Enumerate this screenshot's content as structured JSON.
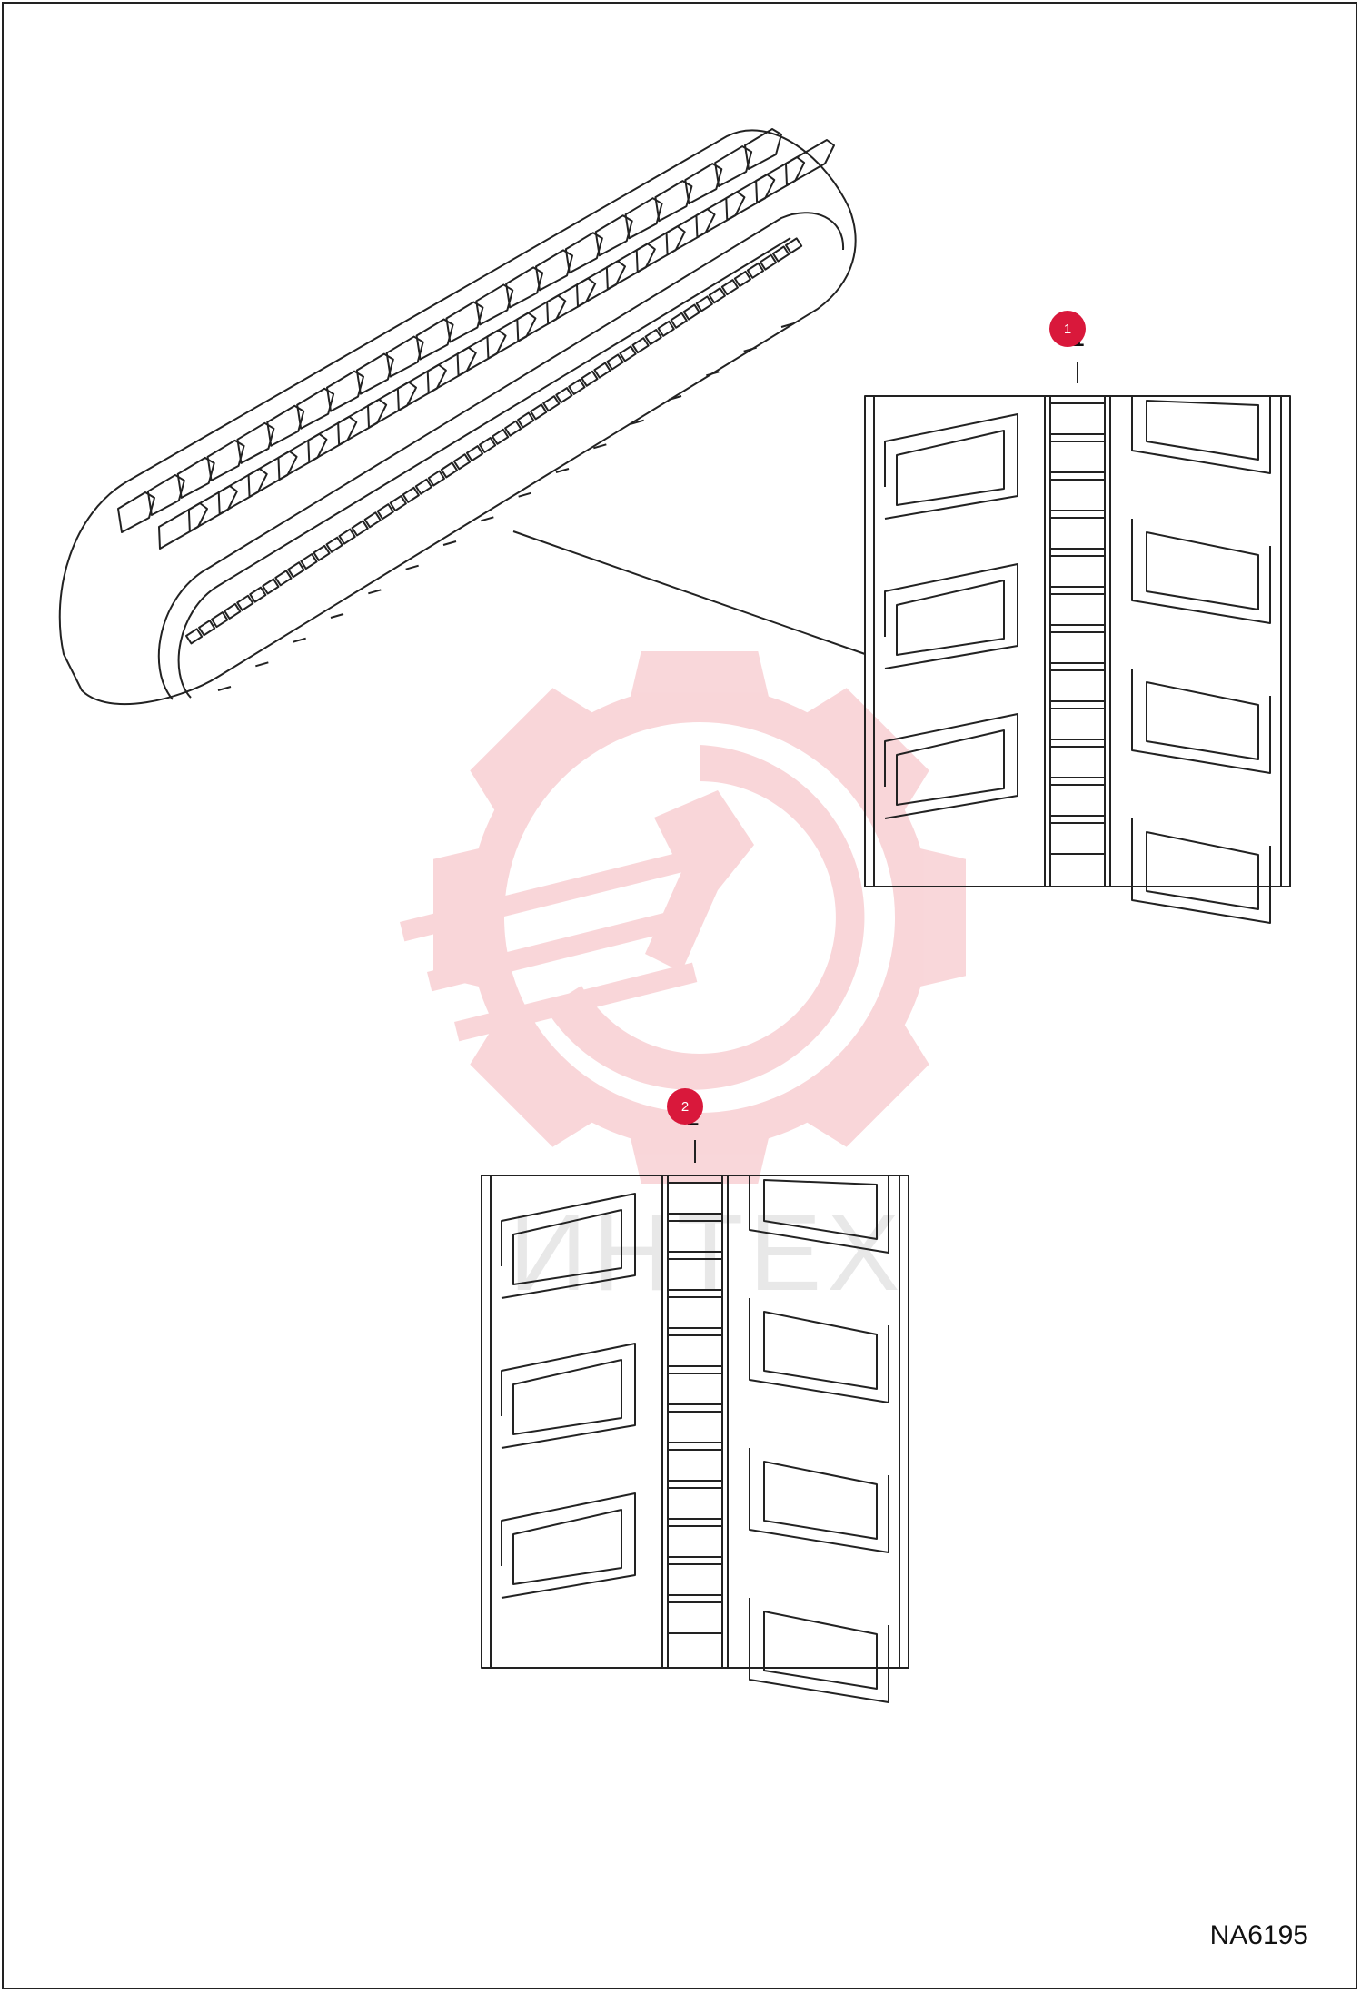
{
  "diagram": {
    "drawing_code": "NA6195",
    "callouts": [
      {
        "id": "1",
        "marker_label": "1",
        "part_label": "1"
      },
      {
        "id": "2",
        "marker_label": "2",
        "part_label": "2"
      }
    ],
    "watermark": {
      "text": "ИНТЕХ",
      "logo": "gear-wrench-logo"
    },
    "colors": {
      "marker": "#d9183b",
      "line": "#222222",
      "watermark": "#f6c9cc"
    }
  }
}
